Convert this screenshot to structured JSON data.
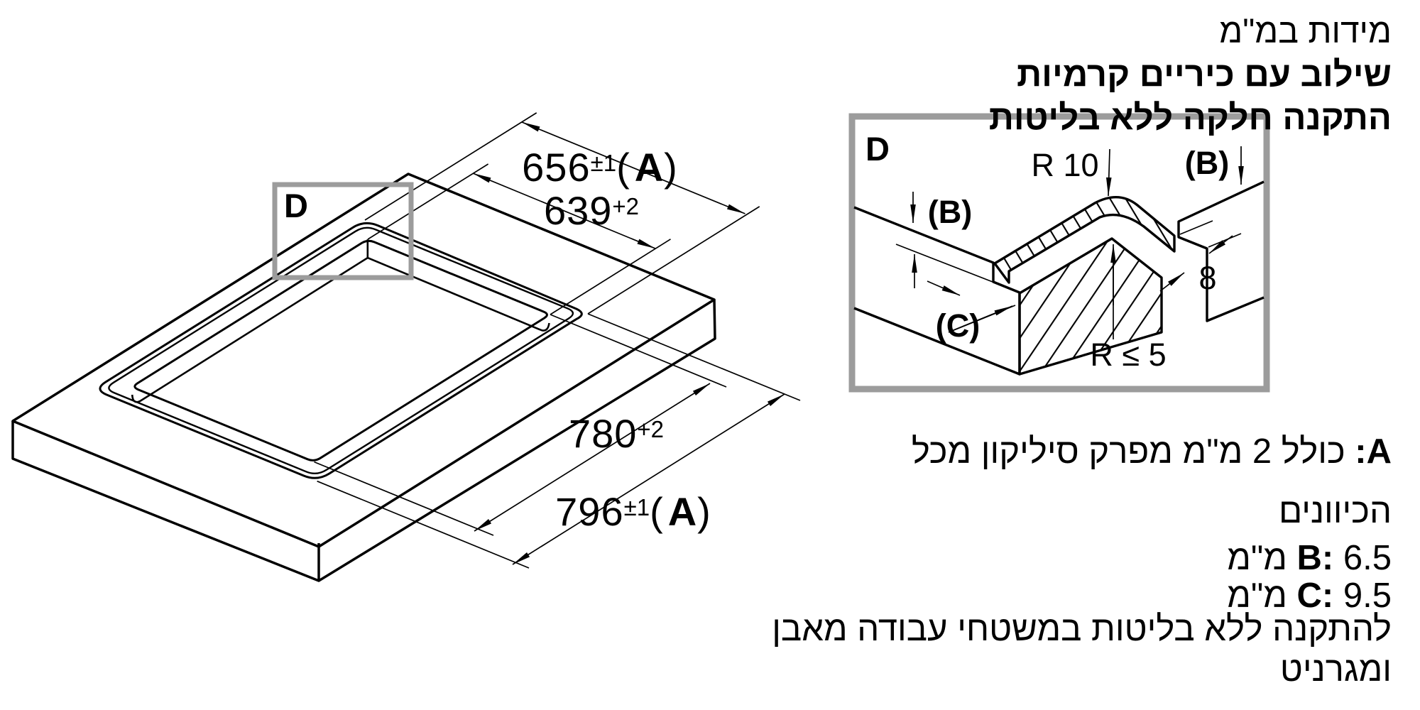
{
  "colors": {
    "ink": "#000000",
    "frame_gray": "#9c9c9c",
    "background": "#ffffff"
  },
  "header": {
    "line1": "מידות במ\"מ",
    "line2": "שילוב עם כיריים קרמיות",
    "line3": "התקנה חלקה ללא בליטות"
  },
  "iso_view": {
    "detail_marker": "D",
    "dims": {
      "d656": {
        "value": "656",
        "tol": "±1",
        "paren_open": "(",
        "ref": "A",
        "paren_close": ")"
      },
      "d639": {
        "value": "639",
        "tol": "+2"
      },
      "d780": {
        "value": "780",
        "tol": "+2"
      },
      "d796": {
        "value": "796",
        "tol": "±1",
        "paren_open": "(",
        "ref": "A",
        "paren_close": ")"
      }
    }
  },
  "detail_view": {
    "label": "D",
    "radius_top": "R 10",
    "b_left": "(B)",
    "b_right": "(B)",
    "c": "(C)",
    "ledge_width": "8",
    "radius_inner": "R ≤ 5"
  },
  "notes": {
    "a_key": "A:",
    "a_text": " כולל 2 מ\"מ מפרק סיליקון מכל",
    "a_line2": "הכיוונים",
    "b_key": "B:",
    "b_text": " 6.5 מ\"מ",
    "c_key": "C:",
    "c_text": " 9.5 מ\"מ",
    "footer_line1": "להתקנה ללא בליטות במשטחי עבודה מאבן",
    "footer_line2": "ומגרניט"
  }
}
